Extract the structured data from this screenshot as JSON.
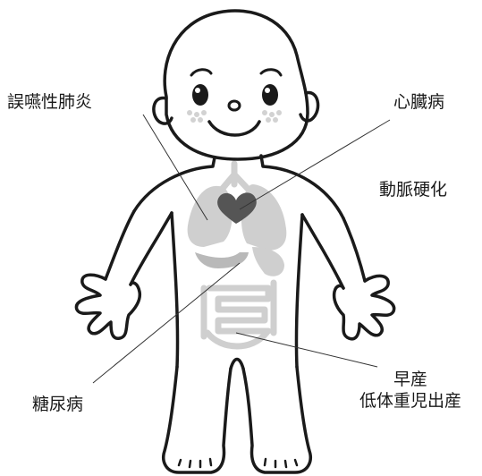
{
  "labels": {
    "aspiration_pneumonia": "誤嚥性肺炎",
    "heart_disease": "心臓病",
    "arteriosclerosis": "動脈硬化",
    "diabetes": "糖尿病",
    "premature_birth": "早産",
    "low_birth_weight": "低体重児出産"
  },
  "colors": {
    "outline": "#1a1a1a",
    "organ_gray": "#cfcfcf",
    "organ_dark": "#b9b9b9",
    "heart": "#555555",
    "cheek": "#d9d9d9",
    "leader_line": "#333333"
  }
}
